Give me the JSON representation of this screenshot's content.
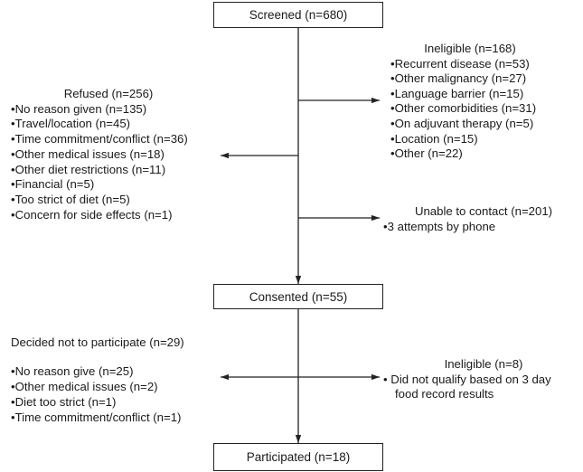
{
  "boxes": {
    "screened": "Screened (n=680)",
    "consented": "Consented (n=55)",
    "participated": "Participated  (n=18)"
  },
  "refused": {
    "header": "Refused (n=256)",
    "items": [
      "No reason given  (n=135)",
      "Travel/location (n=45)",
      "Time commitment/conflict (n=36)",
      "Other medical issues (n=18)",
      "Other diet restrictions (n=11)",
      "Financial (n=5)",
      "Too strict of diet  (n=5)",
      "Concern for side effects (n=1)"
    ]
  },
  "ineligible_1": {
    "header": "Ineligible  (n=168)",
    "items": [
      "Recurrent disease (n=53)",
      "Other malignancy (n=27)",
      "Language barrier (n=15)",
      "Other comorbidities (n=31)",
      "On adjuvant therapy (n=5)",
      "Location (n=15)",
      "Other (n=22)"
    ]
  },
  "unable_to_contact": {
    "header": "Unable to contact (n=201)",
    "items": [
      "3 attempts by phone"
    ]
  },
  "decided_not": {
    "header": "Decided not to participate  (n=29)",
    "items": [
      "No reason give (n=25)",
      "Other medical issues (n=2)",
      "Diet too strict (n=1)",
      "Time commitment/conflict (n=1)"
    ]
  },
  "ineligible_2": {
    "header": "Ineligible (n=8)",
    "items": [
      " Did not qualify based on 3 day"
    ],
    "continuation": "food record results"
  }
}
